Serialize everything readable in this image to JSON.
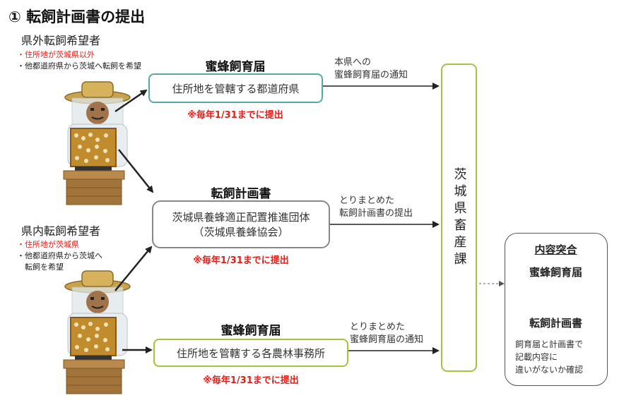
{
  "title": "① 転飼計画書の提出",
  "out_of_pref": {
    "label": "県外転飼希望者",
    "bullet1": "・住所地が茨城県以外",
    "bullet2": "・他都道府県から茨城へ転飼を希望"
  },
  "in_pref": {
    "label": "県内転飼希望者",
    "bullet1": "・住所地が茨城県",
    "bullet2": "・他都道府県から茨城へ",
    "bullet3": "　転飼を希望"
  },
  "nodes": {
    "top_heading": "蜜蜂飼育届",
    "top_box": "住所地を管轄する都道府県",
    "top_deadline": "※毎年1/31までに提出",
    "mid_heading": "転飼計画書",
    "mid_box_line1": "茨城県養蜂適正配置推進団体",
    "mid_box_line2": "（茨城県養蜂協会）",
    "mid_deadline": "※毎年1/31までに提出",
    "bot_heading": "蜜蜂飼育届",
    "bot_box": "住所地を管轄する各農林事務所",
    "bot_deadline": "※毎年1/31までに提出"
  },
  "edges": {
    "top_line1": "本県への",
    "top_line2": "蜜蜂飼育届の通知",
    "mid_line1": "とりまとめた",
    "mid_line2": "転飼計画書の提出",
    "bot_line1": "とりまとめた",
    "bot_line2": "蜜蜂飼育届の通知"
  },
  "department": "茨城県畜産課",
  "check": {
    "title": "内容突合",
    "item1": "蜜蜂飼育届",
    "item2": "転飼計画書",
    "note1": "飼育届と計画書で",
    "note2": "記載内容に",
    "note3": "違いがないか確認"
  },
  "colors": {
    "red": "#e0201b",
    "teal_border": "#5aa9a0",
    "gray_border": "#888888",
    "green_border": "#a3c43b"
  },
  "icons": [
    "beekeeper-icon"
  ]
}
